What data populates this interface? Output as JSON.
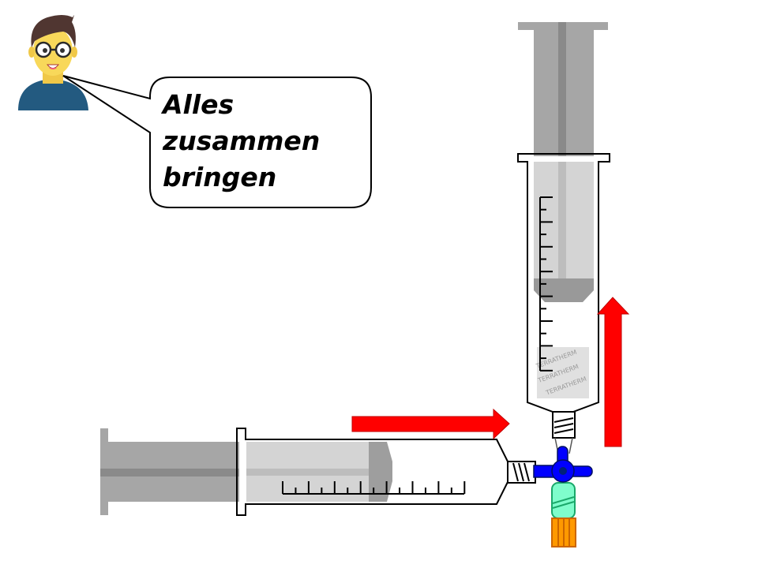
{
  "speech_bubble": {
    "lines": [
      "Alles",
      "zusammen",
      "bringen"
    ]
  },
  "label_patch": {
    "brand_text": "TERRATHERM"
  },
  "colors": {
    "arrow": "#ff0000",
    "stopcock": "#0000ff",
    "connector": "#7ffdcc",
    "cap": "#ff9900",
    "plunger": "#a6a6a6",
    "barrel_fill": "#d4d4d4"
  },
  "icons": [
    "person-avatar",
    "arrow-right",
    "arrow-up",
    "three-way-stopcock"
  ]
}
